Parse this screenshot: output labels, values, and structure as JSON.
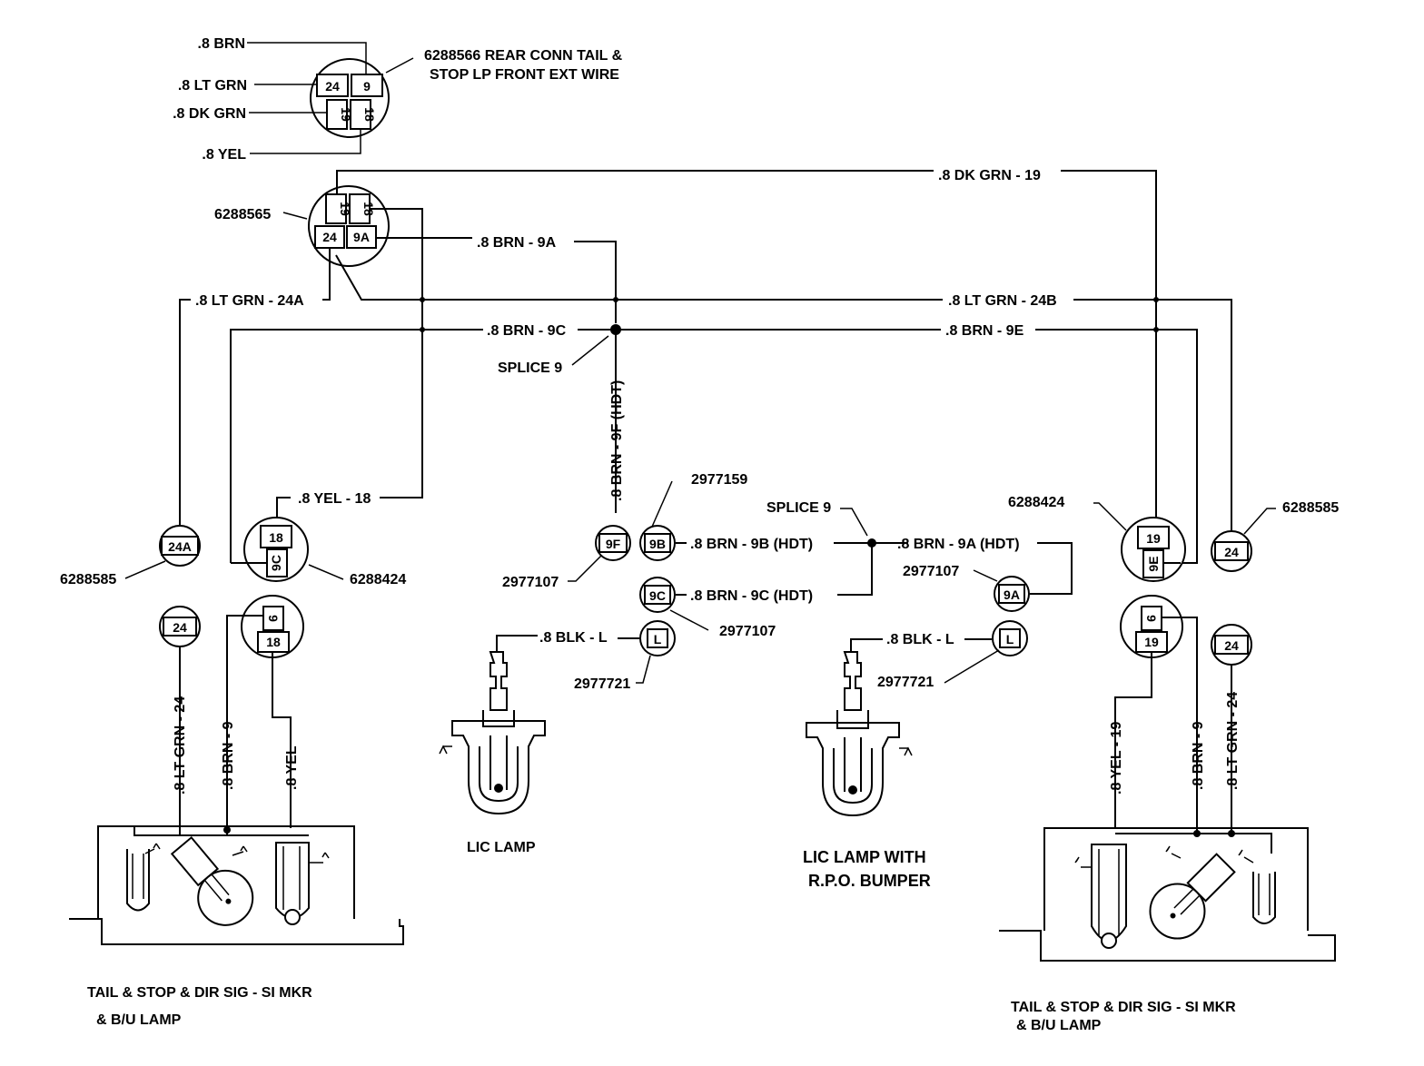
{
  "top_connector": {
    "wires": [
      ".8 BRN",
      ".8 LT GRN",
      ".8 DK GRN",
      ".8 YEL"
    ],
    "part_label_line1": "6288566 REAR CONN TAIL &",
    "part_label_line2": "STOP LP FRONT EXT WIRE",
    "pins": [
      "24",
      "9",
      "19",
      "18"
    ]
  },
  "mid_connector": {
    "part": "6288565",
    "pins": [
      "19",
      "18",
      "24",
      "9A"
    ]
  },
  "wires": {
    "dk_grn_19": ".8 DK GRN - 19",
    "brn_9a": ".8 BRN - 9A",
    "lt_grn_24a": ".8 LT GRN - 24A",
    "lt_grn_24b": ".8 LT GRN - 24B",
    "brn_9c": ".8 BRN - 9C",
    "brn_9e": ".8 BRN - 9E",
    "yel_18": ".8 YEL - 18",
    "brn_9f_hdt": ".8 BRN - 9F (HDT)",
    "brn_9b_hdt": ".8 BRN - 9B (HDT)",
    "brn_9c_hdt": ".8 BRN - 9C (HDT)",
    "brn_9a_hdt": ".8 BRN - 9A (HDT)",
    "blk_l_left": ".8 BLK - L",
    "blk_l_right": ".8 BLK - L",
    "left_lamp_lt_grn": ".8 LT GRN - 24",
    "left_lamp_brn": ".8 BRN - 9",
    "left_lamp_yel": ".8 YEL",
    "right_lamp_yel": ".8 YEL - 19",
    "right_lamp_brn": ".8 BRN - 9",
    "right_lamp_lt_grn": ".8 LT GRN - 24"
  },
  "splices": {
    "center": "SPLICE 9",
    "right": "SPLICE 9"
  },
  "part_numbers": {
    "left_24a": "6288585",
    "left_18_9c": "6288424",
    "p_2977159": "2977159",
    "p_9f": "2977107",
    "p_9c": "2977107",
    "p_9a": "2977107",
    "p_l_left": "2977721",
    "p_l_right": "2977721",
    "right_19_9e": "6288424",
    "right_24": "6288585"
  },
  "terminals": {
    "t_24a": "24A",
    "t_24_left": "24",
    "t_18_left": "18",
    "t_9c_left": "9C",
    "t_9_left": "9",
    "t_18_left_b": "18",
    "t_9f": "9F",
    "t_9b": "9B",
    "t_9c": "9C",
    "t_l_left": "L",
    "t_9a": "9A",
    "t_l_right": "L",
    "t_19_right": "19",
    "t_9e_right": "9E",
    "t_24_right_top": "24",
    "t_9_right": "9",
    "t_19_right_b": "19",
    "t_24_right_b": "24"
  },
  "captions": {
    "lic_lamp": "LIC LAMP",
    "lic_lamp_rpo_1": "LIC LAMP WITH",
    "lic_lamp_rpo_2": "R.P.O. BUMPER",
    "left_lamp_1": "TAIL & STOP & DIR SIG - SI  MKR",
    "left_lamp_2": "& B/U LAMP",
    "right_lamp_1": "TAIL & STOP & DIR SIG - SI MKR",
    "right_lamp_2": "& B/U LAMP"
  }
}
